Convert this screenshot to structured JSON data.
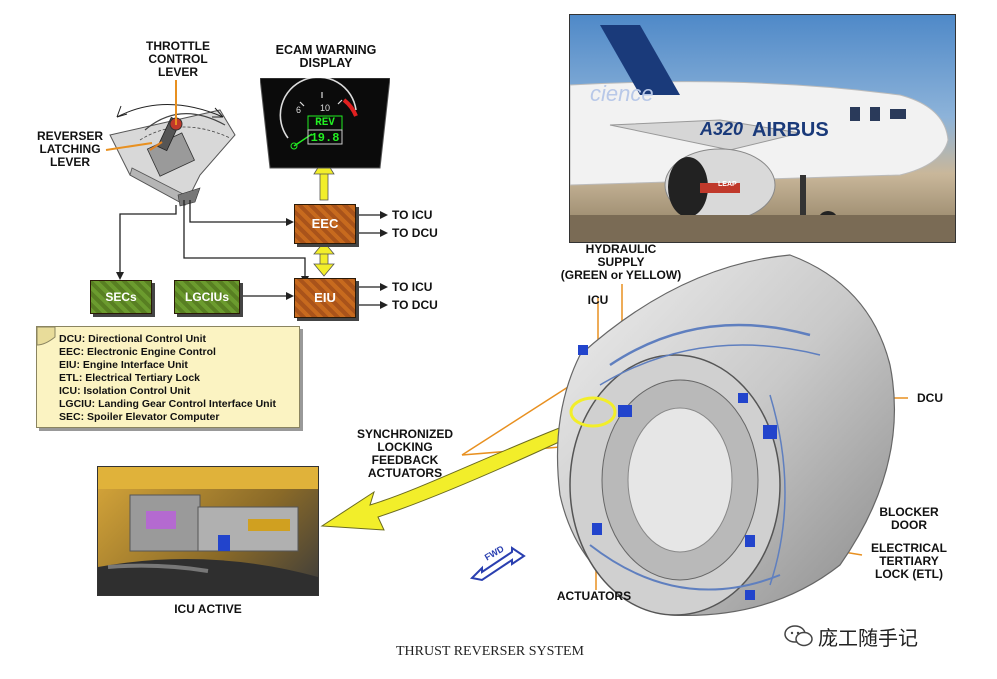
{
  "labels": {
    "throttle": "THROTTLE\nCONTROL\nLEVER",
    "reverser": "REVERSER\nLATCHING\nLEVER",
    "ecam": "ECAM WARNING\nDISPLAY",
    "hydraulic": "HYDRAULIC\nSUPPLY\n(GREEN or YELLOW)",
    "icu": "ICU",
    "dcu": "DCU",
    "sync": "SYNCHRONIZED\nLOCKING\nFEEDBACK\nACTUATORS",
    "blocker": "BLOCKER\nDOOR",
    "etl": "ELECTRICAL\nTERTIARY\nLOCK (ETL)",
    "actuators": "ACTUATORS",
    "icu_active": "ICU ACTIVE",
    "fwd": "FWD"
  },
  "boxes": {
    "eec": "EEC",
    "eiu": "EIU",
    "secs": "SECs",
    "lgcius": "LGCIUs"
  },
  "outputs": {
    "eec_icu": "TO ICU",
    "eec_dcu": "TO DCU",
    "eiu_icu": "TO ICU",
    "eiu_dcu": "TO DCU"
  },
  "display": {
    "rev": "REV",
    "value": "19.8",
    "tick_6": "6",
    "tick_10": "10"
  },
  "legend": [
    "DCU: Directional Control Unit",
    "EEC: Electronic Engine Control",
    "EIU: Engine Interface Unit",
    "ETL: Electrical Tertiary Lock",
    "ICU: Isolation Control Unit",
    "LGCIU: Landing Gear Control Interface Unit",
    "SEC: Spoiler Elevator Computer"
  ],
  "photo": {
    "model": "A320",
    "brand": "AIRBUS",
    "engine_brand": "LEAP",
    "livery": "cience"
  },
  "caption": "THRUST REVERSER SYSTEM",
  "watermark": "庞工随手记",
  "colors": {
    "eec_box": "#c76a1e",
    "green_box": "#6b9b2e",
    "legend_bg": "#fbf3c2",
    "arrow_yellow": "#f2ee2a",
    "ecam_green": "#22ee22",
    "actuator_blue": "#2244cc"
  }
}
